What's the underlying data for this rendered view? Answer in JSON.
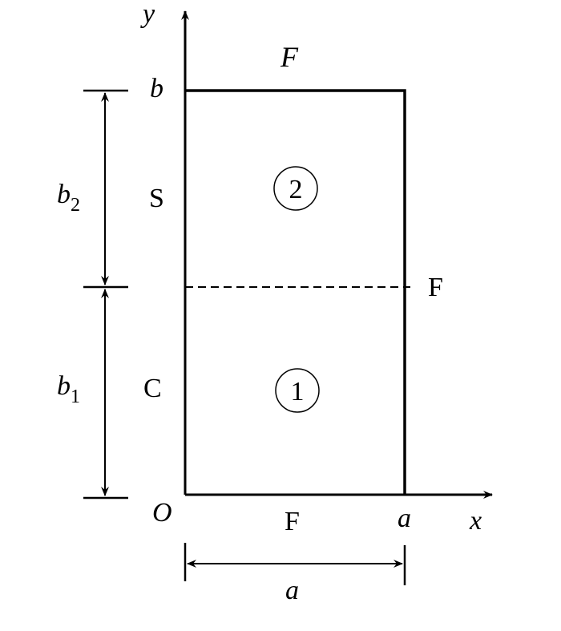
{
  "axes": {
    "x_label": "x",
    "y_label": "y",
    "origin_label": "O"
  },
  "labels": {
    "top_edge": "F",
    "top_corner": "b",
    "right_edge": "F",
    "bottom_edge": "F",
    "bottom_corner": "a",
    "left_upper": "S",
    "left_lower": "C",
    "region_upper": "2",
    "region_lower": "1"
  },
  "dimensions": {
    "b2_base": "b",
    "b2_sub": "2",
    "b1_base": "b",
    "b1_sub": "1",
    "width": "a"
  }
}
